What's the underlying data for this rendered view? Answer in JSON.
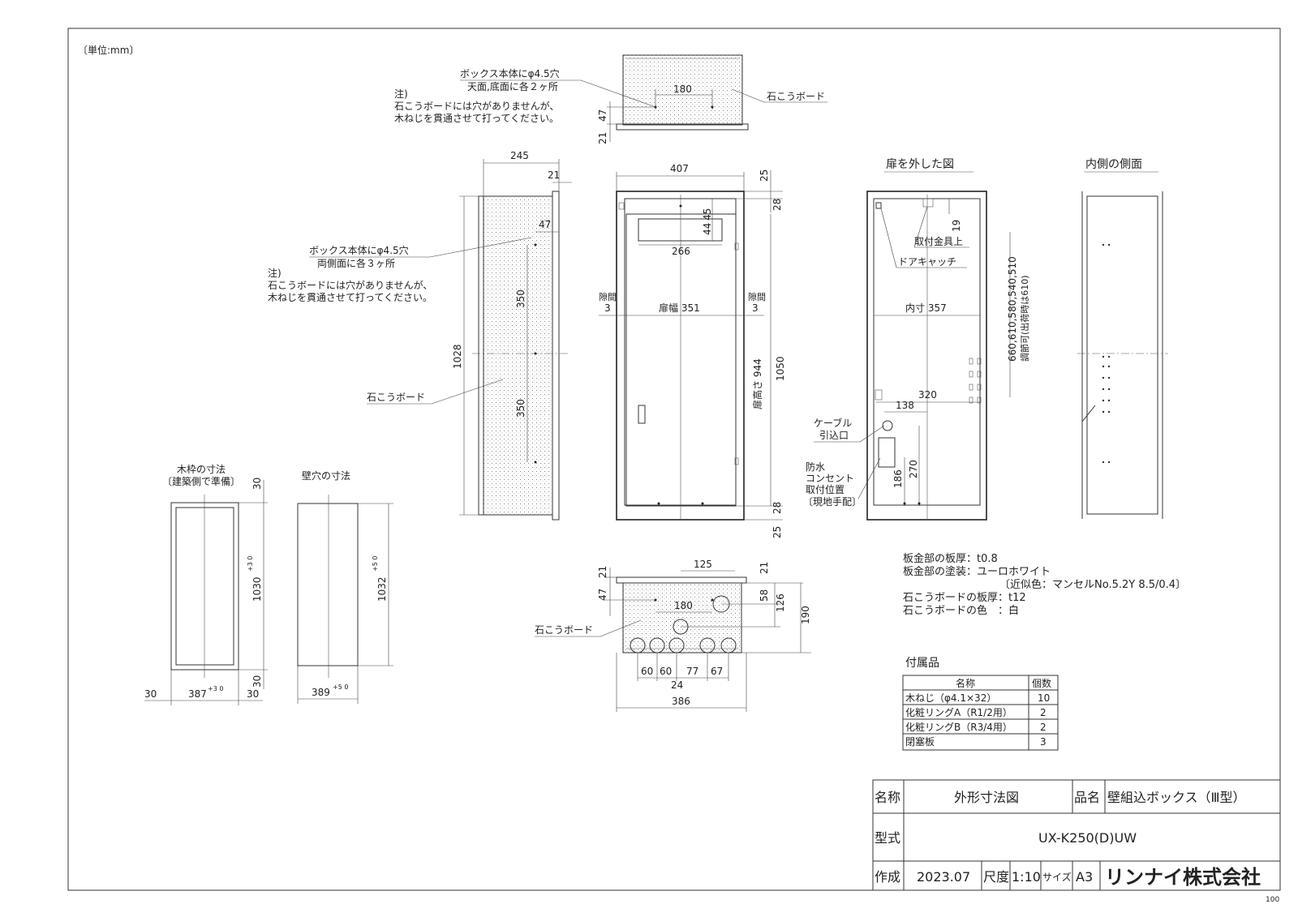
{
  "unit_note": "〔単位:mm〕",
  "top_view": {
    "hole_note_1": "ボックス本体にφ4.5穴",
    "hole_note_2": "天面,底面に各２ヶ所",
    "note_title": "注)",
    "note_line_1": "石こうボードには穴がありませんが、",
    "note_line_2": "木ねじを貫通させて打ってください。",
    "dim_180": "180",
    "dim_47": "47",
    "dim_21": "21",
    "board_label": "石こうボード"
  },
  "side_view": {
    "dim_245": "245",
    "dim_21": "21",
    "dim_47": "47",
    "dim_1028": "1028",
    "dim_350a": "350",
    "dim_350b": "350",
    "hole_note_1": "ボックス本体にφ4.5穴",
    "hole_note_2": "両側面に各３ヶ所",
    "note_title": "注)",
    "note_line_1": "石こうボードには穴がありませんが、",
    "note_line_2": "木ねじを貫通させて打ってください。",
    "board_label": "石こうボード"
  },
  "front_view": {
    "dim_407": "407",
    "dim_25_top": "25",
    "dim_28_top": "28",
    "dim_44": "44",
    "dim_45": "45",
    "dim_266": "266",
    "gap_label_left": "隙間",
    "gap_val_left": "3",
    "gap_label_right": "隙間",
    "gap_val_right": "3",
    "door_width": "扉幅 351",
    "door_height": "扉高さ 944",
    "dim_1050": "1050",
    "dim_28_bottom": "28",
    "dim_25_bottom": "25"
  },
  "door_removed": {
    "title": "扉を外した図",
    "bracket_label": "取付金具上",
    "catch_label": "ドアキャッチ",
    "dim_19": "19",
    "inner_width": "内寸 357",
    "adjust_values": "660,610,580,540,510",
    "adjust_note": "調節可(出荷時は610)",
    "dim_320": "320",
    "dim_138": "138",
    "cable_1": "ケーブル",
    "cable_2": "引込口",
    "outlet_1": "防水",
    "outlet_2": "コンセント",
    "outlet_3": "取付位置",
    "outlet_4": "〔現地手配〕",
    "dim_270": "270",
    "dim_186": "186"
  },
  "inner_side": {
    "title": "内側の側面"
  },
  "frame_dims": {
    "title_1": "木枠の寸法",
    "title_2": "〔建築側で準備〕",
    "dim_30_top": "30",
    "dim_1030": "1030",
    "dim_1030_tol": "+3 0",
    "dim_30_bottom": "30",
    "dim_30_left": "30",
    "dim_387": "387",
    "dim_387_tol": "+3 0",
    "dim_30_right": "30"
  },
  "wall_hole": {
    "title": "壁穴の寸法",
    "dim_1032": "1032",
    "dim_1032_tol": "+5 0",
    "dim_389": "389",
    "dim_389_tol": "+5 0"
  },
  "bottom_view": {
    "dim_125": "125",
    "dim_21_left": "21",
    "dim_47": "47",
    "dim_21_right": "21",
    "dim_180": "180",
    "dim_58": "58",
    "dim_126": "126",
    "dim_190": "190",
    "board_label": "石こうボード",
    "dim_60a": "60",
    "dim_60b": "60",
    "dim_77": "77",
    "dim_67": "67",
    "dim_24": "24",
    "dim_386": "386"
  },
  "specs": {
    "line_1": "板金部の板厚：t0.8",
    "line_2": "板金部の塗装：ユーロホワイト",
    "line_3": "〔近似色：マンセルNo.5.2Y 8.5/0.4〕",
    "line_4": "石こうボードの板厚：t12",
    "line_5": "石こうボードの色　：白"
  },
  "accessories": {
    "title": "付属品",
    "col_name": "名称",
    "col_qty": "個数",
    "rows": [
      {
        "name": "木ねじ（φ4.1×32）",
        "qty": "10"
      },
      {
        "name": "化粧リングA（R1/2用）",
        "qty": "2"
      },
      {
        "name": "化粧リングB（R3/4用）",
        "qty": "2"
      },
      {
        "name": "閉塞板",
        "qty": "3"
      }
    ]
  },
  "title_block": {
    "name_label": "名称",
    "name_value": "外形寸法図",
    "product_label": "品名",
    "product_value": "壁組込ボックス（Ⅲ型）",
    "model_label": "型式",
    "model_value": "UX-K250(D)UW",
    "made_label": "作成",
    "made_value": "2023.07",
    "scale_label": "尺度",
    "scale_value": "1:10",
    "size_label": "サイズ",
    "size_value": "A3",
    "company": "リンナイ株式会社"
  },
  "sheet_number": "100"
}
